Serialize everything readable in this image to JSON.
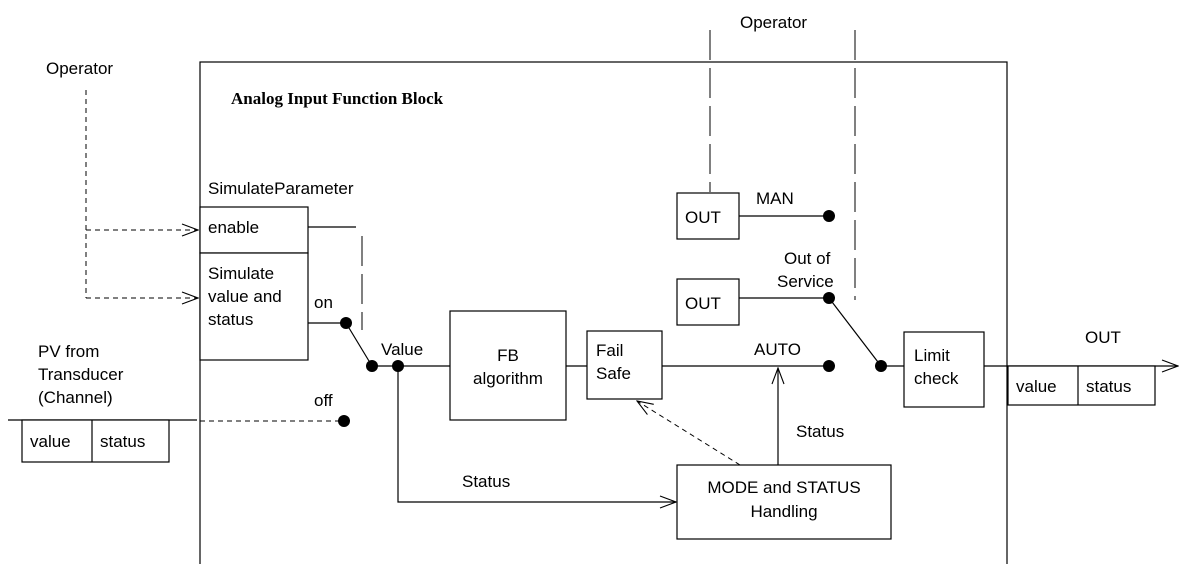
{
  "diagram": {
    "title": "Analog Input Function Block",
    "operator_left": "Operator",
    "operator_top": "Operator",
    "simulate_parameter": "SimulateParameter",
    "enable": "enable",
    "simulate_lines": [
      "Simulate",
      "value and",
      "status"
    ],
    "on": "on",
    "off": "off",
    "pv_lines": [
      "PV   from",
      "Transducer",
      "(Channel)"
    ],
    "input_value": "value",
    "input_status": "status",
    "value_label": "Value",
    "fb_lines": [
      "FB",
      "algorithm"
    ],
    "failsafe_lines": [
      "Fail",
      "Safe"
    ],
    "out_man": "OUT",
    "man": "MAN",
    "out_oos": "OUT",
    "oos_lines": [
      "Out of",
      "Service"
    ],
    "auto": "AUTO",
    "limit_lines": [
      "Limit",
      "check"
    ],
    "out_label": "OUT",
    "output_value": "value",
    "output_status": "status",
    "status_right": "Status",
    "status_bottom": "Status",
    "mode_lines": [
      "MODE and STATUS",
      "Handling"
    ]
  }
}
